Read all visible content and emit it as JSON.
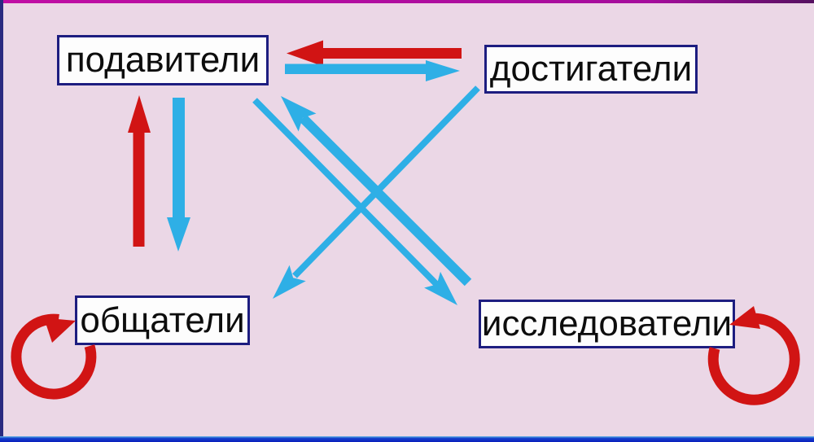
{
  "diagram": {
    "nodes": {
      "suppressors": "подавители",
      "achievers": "достигатели",
      "communicators": "общатели",
      "explorers": "исследователи"
    },
    "edges": [
      {
        "from": "достигатели",
        "to": "подавители",
        "color": "#d11414",
        "style": "arrow"
      },
      {
        "from": "подавители",
        "to": "достигатели",
        "color": "#2eafe6",
        "style": "arrow"
      },
      {
        "from": "общатели",
        "to": "подавители",
        "color": "#d11414",
        "style": "arrow"
      },
      {
        "from": "подавители",
        "to": "общатели",
        "color": "#2eafe6",
        "style": "arrow"
      },
      {
        "from": "подавители",
        "to": "исследователи",
        "color": "#2eafe6",
        "style": "arrow"
      },
      {
        "from": "исследователи",
        "to": "подавители",
        "color": "#2eafe6",
        "style": "arrow"
      },
      {
        "from": "достигатели",
        "to": "общатели",
        "color": "#2eafe6",
        "style": "arrow"
      },
      {
        "from": "общатели",
        "to": "общатели",
        "color": "#d11414",
        "style": "self-loop"
      },
      {
        "from": "исследователи",
        "to": "исследователи",
        "color": "#d11414",
        "style": "self-loop"
      }
    ],
    "colors": {
      "background": "#ebd7e6",
      "red_arrow": "#d11414",
      "blue_arrow": "#2eafe6",
      "box_border": "#1d1d80",
      "box_fill": "#fdfdfd",
      "frame_top": "#b80da0",
      "frame_left": "#2a2a80",
      "frame_bottom": "#0b23c0"
    }
  }
}
